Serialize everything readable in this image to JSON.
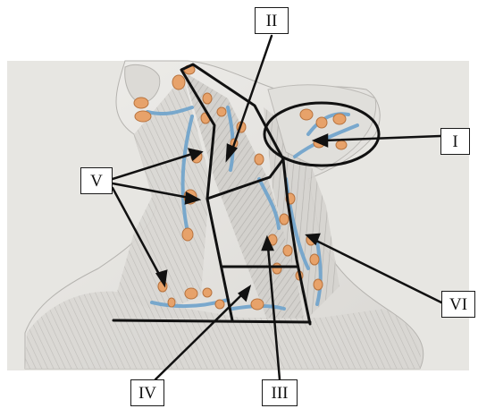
{
  "diagram": {
    "labels": {
      "I": "I",
      "II": "II",
      "III": "III",
      "IV": "IV",
      "V": "V",
      "VI": "VI"
    },
    "colors": {
      "background_panel": "#e7e6e2",
      "muscle_light": "#d6d4d0",
      "muscle_shadow": "#a9a7a3",
      "lymph_node": "#e7a26a",
      "lymph_node_edge": "#b8733e",
      "lymph_vessel": "#6ea3cc",
      "boundary_line": "#111111"
    },
    "icons": [
      "lymph-node-icon",
      "lymph-vessel-icon"
    ]
  }
}
